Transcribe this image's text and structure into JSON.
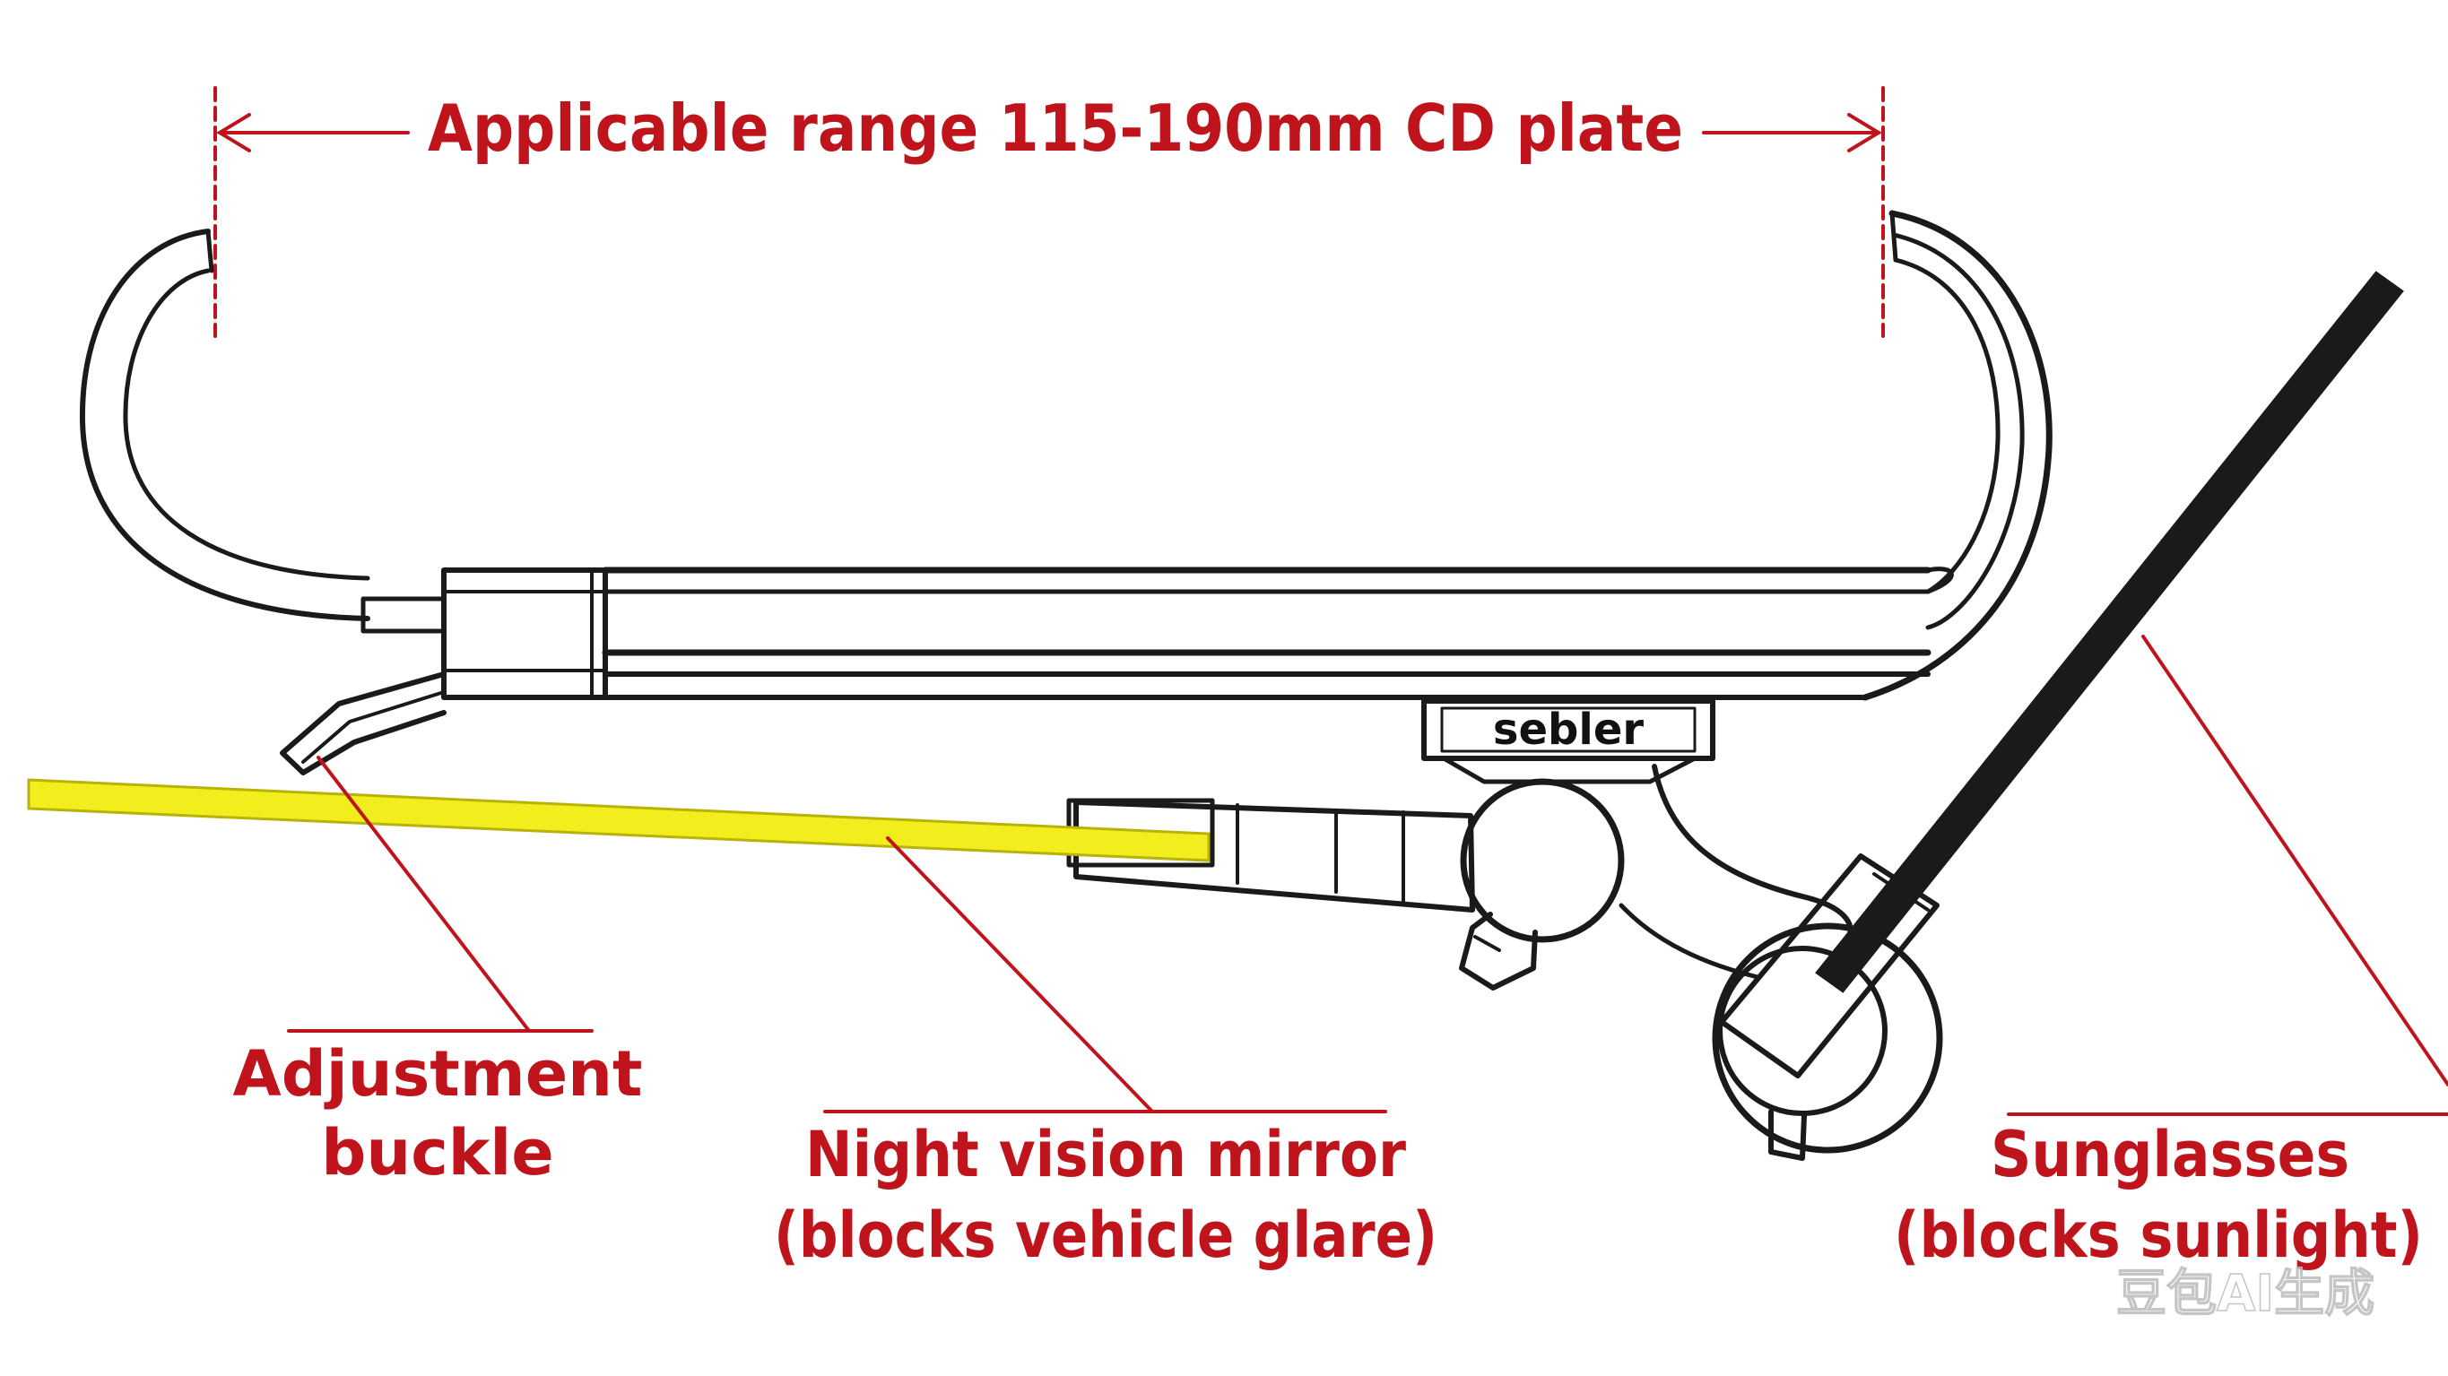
{
  "diagram": {
    "range_label": "Applicable range 115-190mm CD plate",
    "brand": "sebler",
    "labels": {
      "adjustment": [
        "Adjustment",
        "buckle"
      ],
      "night_vision": [
        "Night vision mirror",
        "(blocks vehicle glare)"
      ],
      "sunglasses": [
        "Sunglasses",
        "(blocks sunlight)"
      ]
    },
    "watermark": "豆包AI生成",
    "colors": {
      "accent": "#c0141c",
      "line": "#1a1a1a",
      "night_lens": "#f2ee1e",
      "sun_lens": "#1a1a1a"
    }
  }
}
